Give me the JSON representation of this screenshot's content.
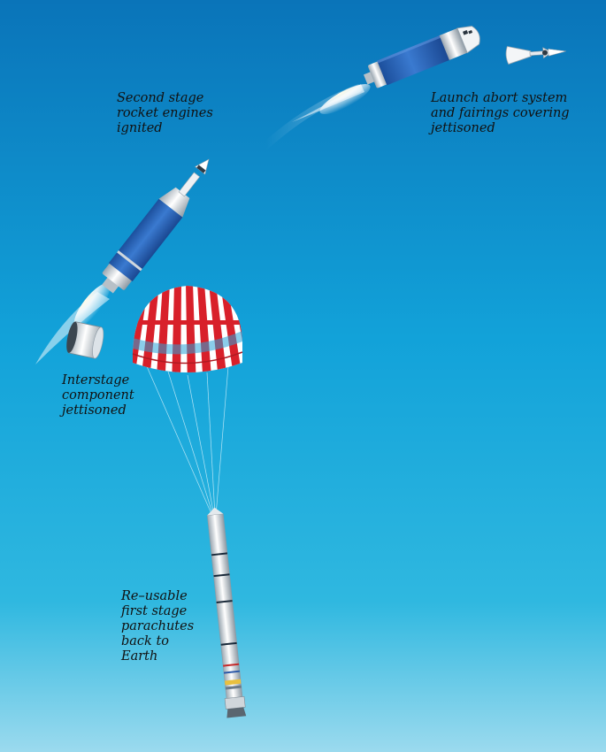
{
  "captions": {
    "second_stage": [
      "Second stage",
      "rocket engines",
      "ignited"
    ],
    "abort_system": [
      "Launch abort system",
      "and fairings covering",
      "jettisoned"
    ],
    "interstage": [
      "Interstage",
      "component",
      "jettisoned"
    ],
    "first_stage": [
      "Re–usable",
      "first stage",
      "parachutes",
      "back to",
      "Earth"
    ]
  },
  "colors": {
    "sky_top": "#0a74b9",
    "sky_mid": "#13a8dc",
    "sky_bottom": "#8fd6ec",
    "rocket_blue": "#2a63b3",
    "parachute_red": "#d8202a",
    "plume": "#ffffff",
    "caption_text": "#111111"
  }
}
